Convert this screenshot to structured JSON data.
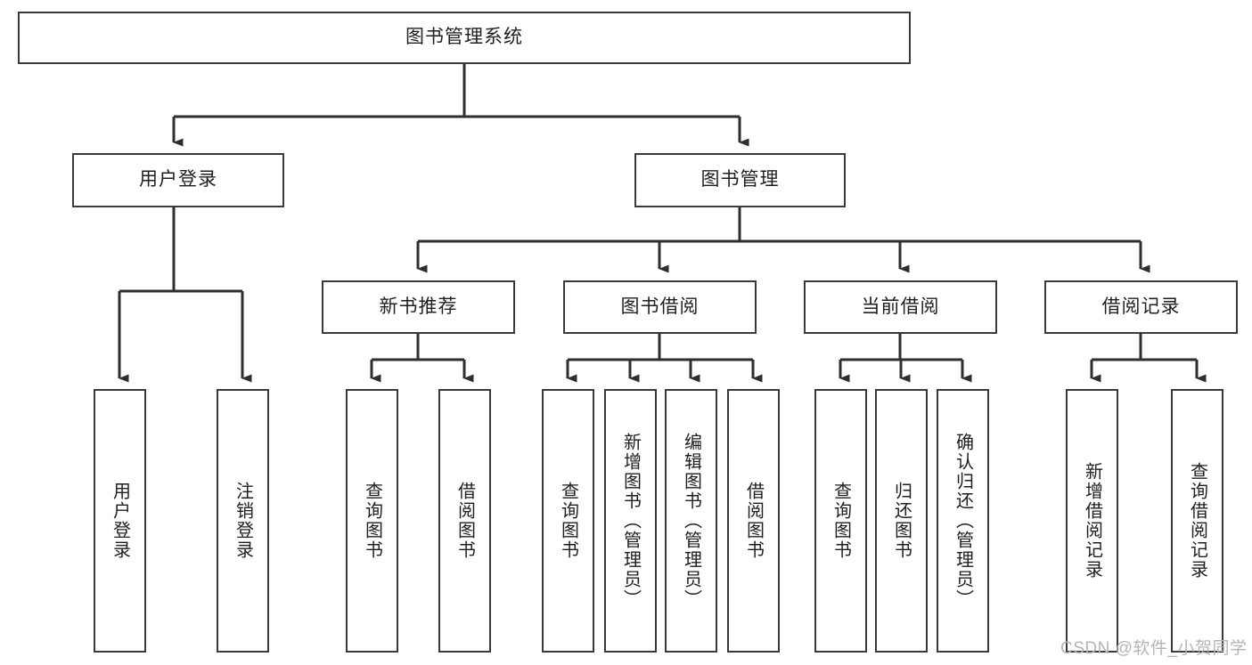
{
  "diagram": {
    "title_node": {
      "label": "图书管理系统"
    },
    "level2": [
      {
        "label": "用户登录"
      },
      {
        "label": "图书管理"
      }
    ],
    "level3": [
      {
        "label": "新书推荐"
      },
      {
        "label": "图书借阅"
      },
      {
        "label": "当前借阅"
      },
      {
        "label": "借阅记录"
      }
    ],
    "leaves": {
      "user_login": [
        {
          "label": "用户登录"
        },
        {
          "label": "注销登录"
        }
      ],
      "new_book_recommend": [
        {
          "label": "查询图书"
        },
        {
          "label": "借阅图书"
        }
      ],
      "book_borrow": [
        {
          "label": "查询图书"
        },
        {
          "label": "新增图书（管理员）"
        },
        {
          "label": "编辑图书（管理员）"
        },
        {
          "label": "借阅图书"
        }
      ],
      "current_borrow": [
        {
          "label": "查询图书"
        },
        {
          "label": "归还图书"
        },
        {
          "label": "确认归还（管理员）"
        }
      ],
      "borrow_record": [
        {
          "label": "新增借阅记录"
        },
        {
          "label": "查询借阅记录"
        }
      ]
    }
  },
  "watermark": {
    "text": "CSDN @软件_小贺同学"
  },
  "colors": {
    "border": "#3a3a3a",
    "text": "#1f1f1f",
    "background": "#ffffff",
    "watermark": "#b5b5b5"
  }
}
